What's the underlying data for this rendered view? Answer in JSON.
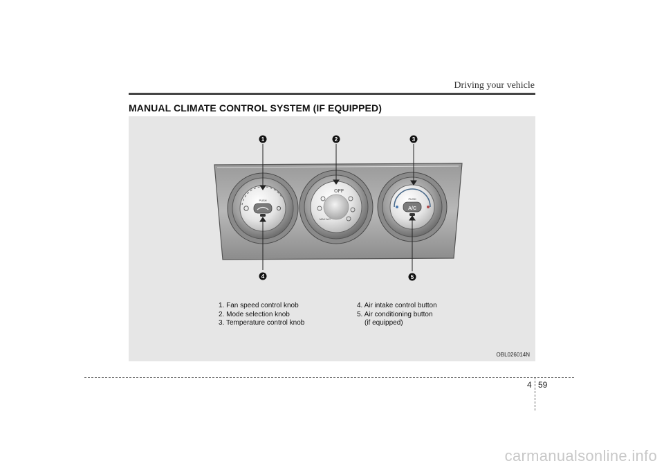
{
  "header": {
    "section_title": "Driving your vehicle"
  },
  "section": {
    "title": "MANUAL CLIMATE CONTROL SYSTEM (IF EQUIPPED)"
  },
  "figure": {
    "callouts": [
      "1",
      "2",
      "3",
      "4",
      "5"
    ],
    "knob_labels": {
      "push_left": "PUSH",
      "off": "OFF",
      "max_ac": "MAX A/C",
      "push_right": "PUSH",
      "ac": "A/C"
    },
    "legend_left": [
      "1. Fan speed control knob",
      "2. Mode selection knob",
      "3. Temperature control knob"
    ],
    "legend_right": [
      "4. Air intake control button",
      "5. Air conditioning button",
      "(if equipped)"
    ],
    "code": "OBL026014N"
  },
  "footer": {
    "chapter": "4",
    "page": "59"
  },
  "watermark": "carmanualsonline.info"
}
